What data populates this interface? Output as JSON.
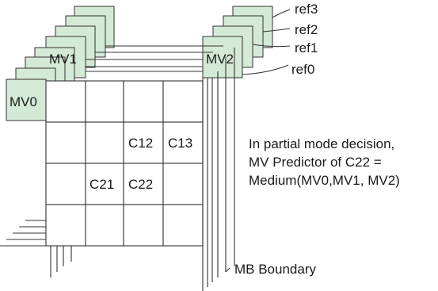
{
  "colors": {
    "block_fill": "#d3ead6",
    "line": "#333333"
  },
  "ref_labels": [
    "ref3",
    "ref2",
    "ref1",
    "ref0"
  ],
  "mv_labels": {
    "mv0": "MV0",
    "mv1": "MV1",
    "mv2": "MV2"
  },
  "cells": {
    "c12": "C12",
    "c13": "C13",
    "c21": "C21",
    "c22": "C22"
  },
  "annotation": {
    "line1": "In partial mode decision,",
    "line2": "MV Predictor of C22 =",
    "line3": "Medium(MV0,MV1, MV2)"
  },
  "boundary_label": "MB Boundary"
}
